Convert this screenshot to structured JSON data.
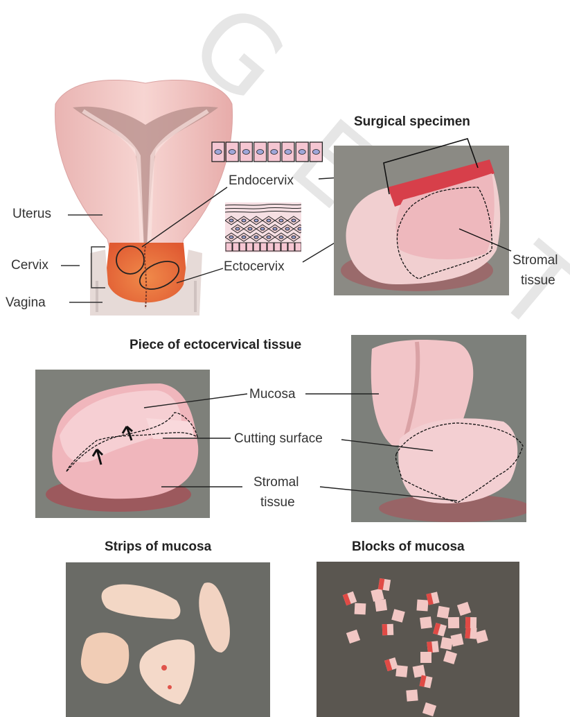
{
  "watermark": [
    "G",
    "E",
    "C",
    "T"
  ],
  "anatomy": {
    "uterus": "Uterus",
    "cervix": "Cervix",
    "vagina": "Vagina",
    "endocervix": "Endocervix",
    "ectocervix": "Ectocervix"
  },
  "surgical": {
    "title": "Surgical specimen",
    "stromal_1": "Stromal",
    "stromal_2": "tissue"
  },
  "ectocervical": {
    "title": "Piece of ectocervical tissue",
    "mucosa": "Mucosa",
    "cutting_surface": "Cutting surface",
    "stromal_1": "Stromal",
    "stromal_2": "tissue"
  },
  "strips": {
    "title": "Strips of mucosa"
  },
  "blocks": {
    "title": "Blocks of mucosa"
  },
  "colors": {
    "tissue_pink": "#f2c6c8",
    "mucosa_red": "#d8454a",
    "photo_bg": "#7d8078",
    "cervix_orange": "#e9743f"
  }
}
